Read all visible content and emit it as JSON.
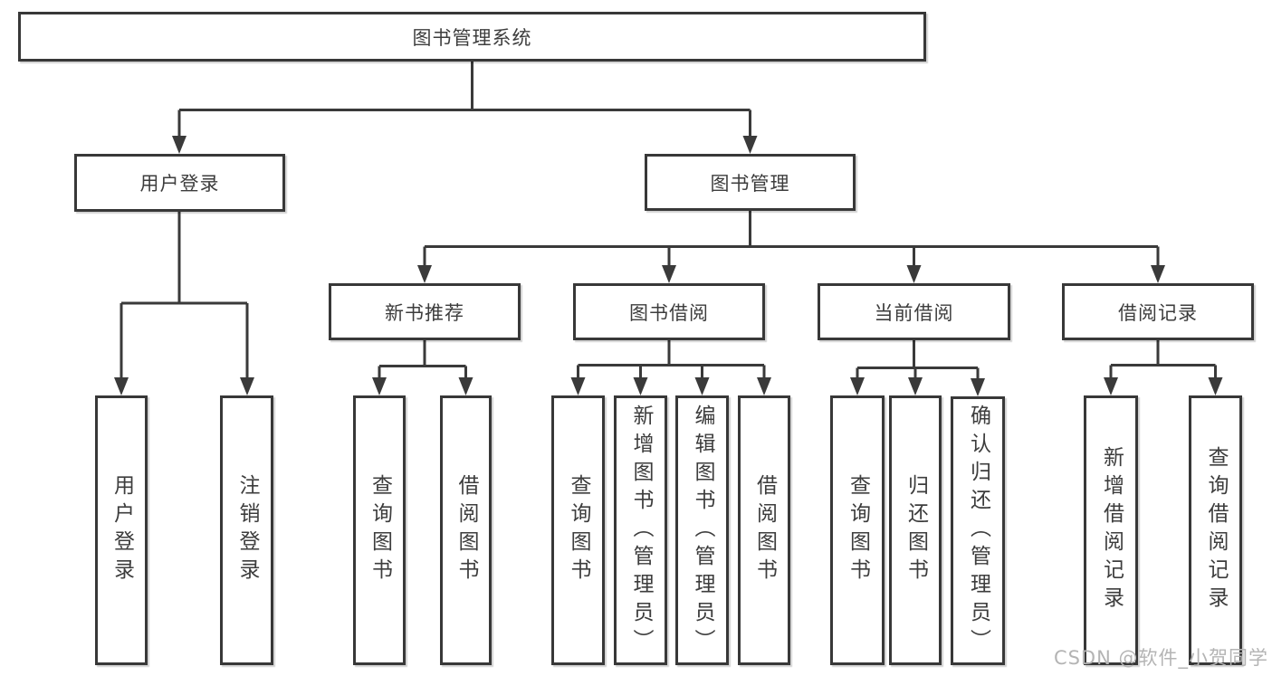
{
  "diagram": {
    "root": {
      "label": "图书管理系统"
    },
    "level2": [
      {
        "label": "用户登录",
        "parent": "图书管理系统"
      },
      {
        "label": "图书管理",
        "parent": "图书管理系统"
      }
    ],
    "level3": [
      {
        "label": "新书推荐",
        "parent": "图书管理"
      },
      {
        "label": "图书借阅",
        "parent": "图书管理"
      },
      {
        "label": "当前借阅",
        "parent": "图书管理"
      },
      {
        "label": "借阅记录",
        "parent": "图书管理"
      }
    ],
    "leaves": [
      {
        "label": "用户登录",
        "parent": "用户登录"
      },
      {
        "label": "注销登录",
        "parent": "用户登录"
      },
      {
        "label": "查询图书",
        "parent": "新书推荐"
      },
      {
        "label": "借阅图书",
        "parent": "新书推荐"
      },
      {
        "label": "查询图书",
        "parent": "图书借阅"
      },
      {
        "label": "新增图书（管理员）",
        "parent": "图书借阅"
      },
      {
        "label": "编辑图书（管理员）",
        "parent": "图书借阅"
      },
      {
        "label": "借阅图书",
        "parent": "图书借阅"
      },
      {
        "label": "查询图书",
        "parent": "当前借阅"
      },
      {
        "label": "归还图书",
        "parent": "当前借阅"
      },
      {
        "label": "确认归还（管理员）",
        "parent": "当前借阅"
      },
      {
        "label": "新增借阅记录",
        "parent": "借阅记录"
      },
      {
        "label": "查询借阅记录",
        "parent": "借阅记录"
      }
    ],
    "colors": {
      "line": "#3a3a3a",
      "box_border": "#383838",
      "text": "#3d3d3d",
      "background": "#ffffff",
      "watermark": "#b4b4b4"
    }
  },
  "watermark": {
    "text": "CSDN @软件_小贺同学"
  }
}
